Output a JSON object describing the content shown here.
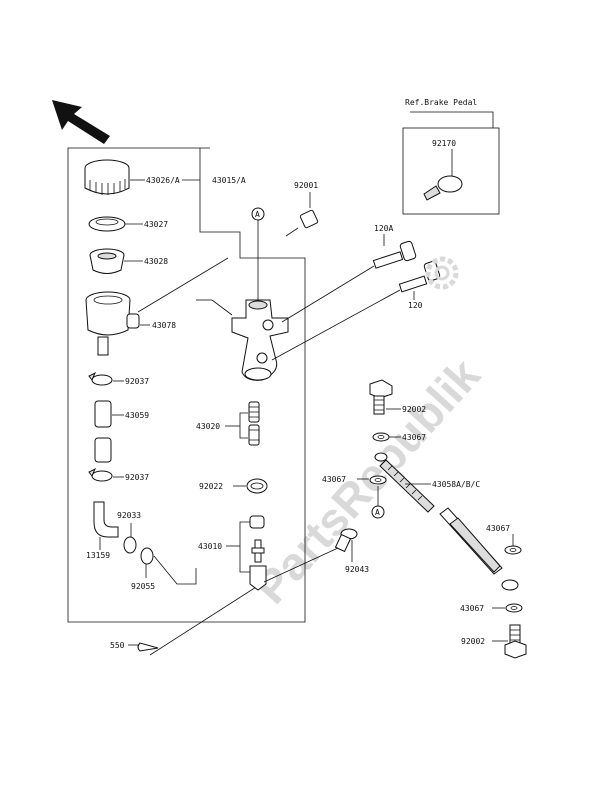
{
  "watermark": "PartsRepublik",
  "reference_box": {
    "title": "Ref.Brake Pedal",
    "part": "92170"
  },
  "callout_letter": "A",
  "labels": {
    "p43026": "43026/A",
    "p43015": "43015/A",
    "p43027": "43027",
    "p43028": "43028",
    "p43078": "43078",
    "p92037a": "92037",
    "p43059": "43059",
    "p92037b": "92037",
    "p92033": "92033",
    "p13159": "13159",
    "p92055": "92055",
    "p550": "550",
    "p92001": "92001",
    "p120A": "120A",
    "p120": "120",
    "p43020": "43020",
    "p92022": "92022",
    "p43010": "43010",
    "p92043": "92043",
    "p92002a": "92002",
    "p43067a": "43067",
    "p43067b": "43067",
    "p43058": "43058A/B/C",
    "p43067c": "43067",
    "p43067d": "43067",
    "p92002b": "92002"
  }
}
